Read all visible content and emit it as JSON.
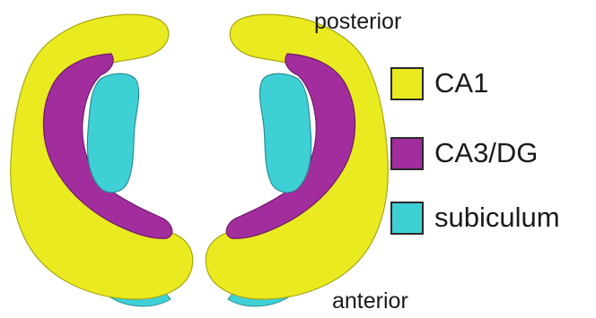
{
  "orientation": {
    "top": "posterior",
    "bottom": "anterior"
  },
  "legend": [
    {
      "label": "CA1",
      "color": "#eaea20"
    },
    {
      "label": "CA3/DG",
      "color": "#a22d9d"
    },
    {
      "label": "subiculum",
      "color": "#3fd0d6"
    }
  ]
}
